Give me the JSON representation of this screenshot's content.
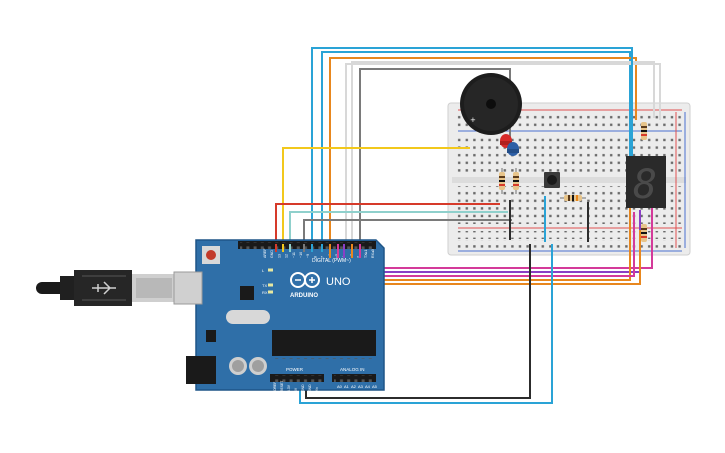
{
  "arduino": {
    "brand": "ARDUINO",
    "model": "UNO",
    "digital_label": "DIGITAL (PWM~)",
    "power_label": "POWER",
    "analog_label": "ANALOG IN",
    "led_labels": [
      "L",
      "TX",
      "RX"
    ],
    "top_header_pins": [
      "AREF",
      "GND",
      "13",
      "12",
      "~11",
      "~10",
      "~9",
      "8",
      "7",
      "~6",
      "~5",
      "4",
      "~3",
      "2",
      "TX▸1",
      "RX◂0"
    ],
    "power_pins": [
      "IOREF",
      "RESET",
      "3.3V",
      "5V",
      "GND",
      "GND",
      "Vin"
    ],
    "analog_pins": [
      "A0",
      "A1",
      "A2",
      "A3",
      "A4",
      "A5"
    ]
  },
  "display": {
    "digit": "8"
  },
  "colors": {
    "board": "#2f6fa8",
    "board_edge": "#1f5587",
    "breadboard": "#ececec",
    "wire_blue": "#2aa3d6",
    "wire_yellow": "#f2c81c",
    "wire_red": "#d63a2a",
    "wire_teal": "#8fd0cc",
    "wire_gray": "#7a7a7a",
    "wire_dark": "#2c2c2c",
    "wire_white": "#d8d8d8",
    "wire_orange": "#e8871e",
    "wire_magenta": "#d43a9a",
    "wire_purple": "#8a3fc6",
    "led_red": "#d72a2a",
    "led_blue": "#2d5fa6"
  }
}
